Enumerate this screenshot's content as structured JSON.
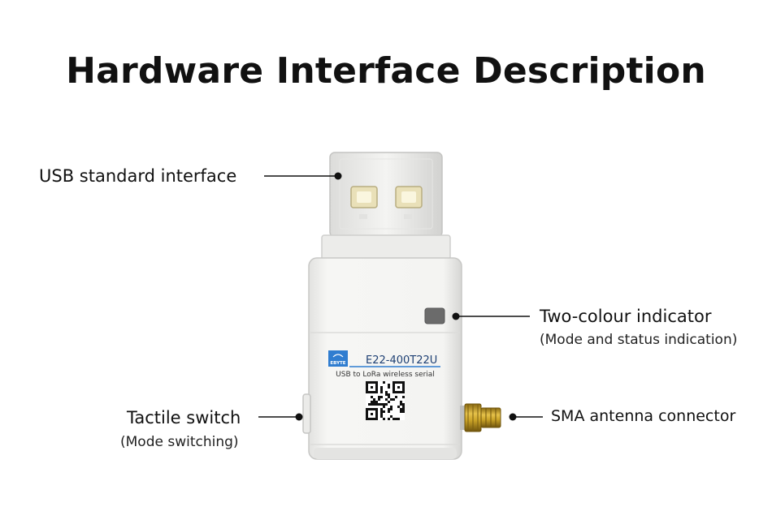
{
  "title": "Hardware Interface Description",
  "callouts": {
    "usb": {
      "label": "USB standard interface"
    },
    "indicator": {
      "label": "Two-colour indicator",
      "sub": "(Mode and status indication)"
    },
    "switch": {
      "label": "Tactile switch",
      "sub": "(Mode switching)"
    },
    "antenna": {
      "label": "SMA antenna connector"
    }
  },
  "device": {
    "brand": "EBYTE",
    "model": "E22-400T22U",
    "subtitle": "USB to LoRa wireless serial"
  },
  "colors": {
    "body": "#f0f0ee",
    "label_band": "#2f7dd0",
    "brass": "#c9a227",
    "leader": "#111111"
  }
}
